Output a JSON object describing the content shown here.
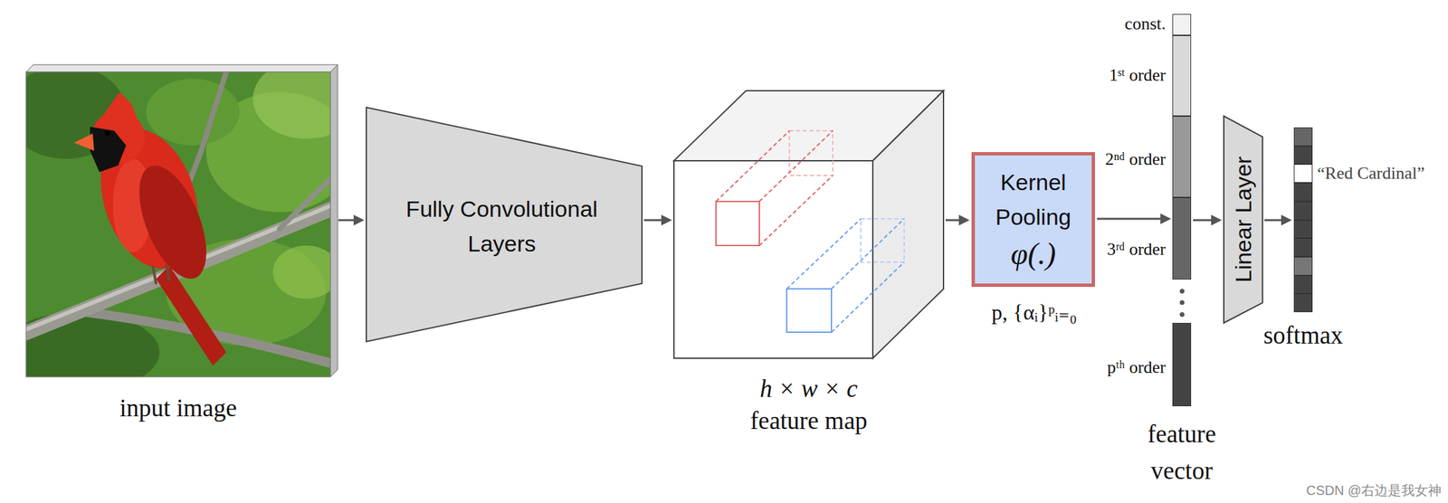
{
  "diagram": {
    "nodes": [
      {
        "text": [
          "input image"
        ]
      },
      {
        "text": [
          "Fully Convolutional Layers"
        ]
      },
      {
        "text": [
          "h × w × c",
          "feature map"
        ]
      },
      {
        "text": [
          "Kernel Pooling",
          "φ(.)"
        ]
      },
      {
        "text": [
          "feature vector"
        ]
      },
      {
        "text": [
          "Linear Layer"
        ]
      },
      {
        "text": [
          "softmax"
        ]
      }
    ],
    "edges": [
      {
        "from": 0,
        "to": 1,
        "arrow": "to"
      },
      {
        "from": 1,
        "to": 2,
        "arrow": "to"
      },
      {
        "from": 2,
        "to": 3,
        "arrow": "to"
      },
      {
        "from": 3,
        "to": 4,
        "arrow": "to"
      },
      {
        "from": 4,
        "to": 5,
        "arrow": "to"
      },
      {
        "from": 5,
        "to": 6,
        "arrow": "to"
      }
    ],
    "labels": [
      "const.",
      "1ˢᵗ order",
      "2ⁿᵈ order",
      "3ʳᵈ order",
      "pᵗʰ order",
      "p, {αᵢ}ᵖᵢ₌₀",
      "“Red Cardinal”",
      "CSDN @右边是我女神"
    ]
  }
}
